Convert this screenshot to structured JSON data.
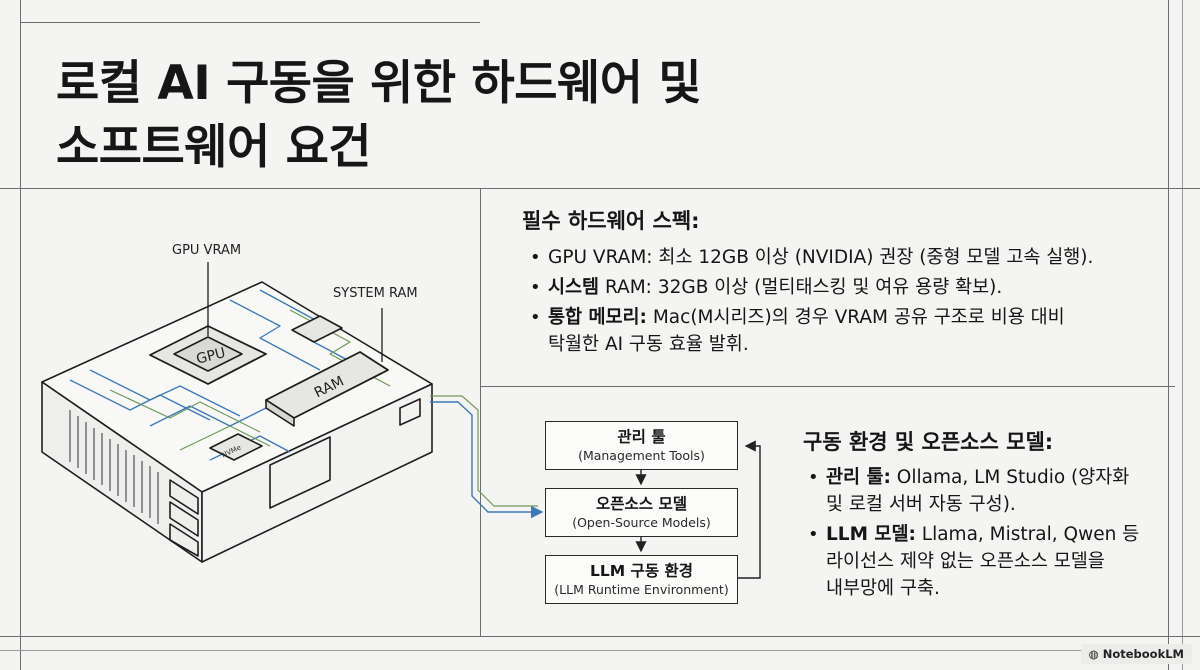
{
  "title": {
    "line1": "로컬 AI 구동을 위한 하드웨어 및",
    "line2": "소프트웨어 요건"
  },
  "illustration": {
    "gpu_vram_label": "GPU VRAM",
    "system_ram_label": "SYSTEM RAM",
    "gpu_chip_text": "GPU",
    "ram_chip_text": "RAM",
    "small_chip_text": "NVMe"
  },
  "hardware": {
    "heading": "필수 하드웨어 스펙:",
    "items": [
      {
        "label": "GPU VRAM:",
        "text": "최소 12GB 이상 (NVIDIA) 권장 (중형 모델 고속 실행).",
        "label_bold": false
      },
      {
        "label": "시스템",
        "label_rest": "RAM:",
        "text": "32GB 이상 (멀티태스킹 및 여유 용량 확보).",
        "label_bold": true
      },
      {
        "label": "통합 메모리:",
        "text": "Mac(M시리즈)의 경우 VRAM 공유 구조로 비용 대비",
        "text2": "탁월한 AI 구동 효율 발휘.",
        "label_bold": true
      }
    ]
  },
  "flow": {
    "boxes": [
      {
        "ko": "관리 툴",
        "en": "(Management Tools)"
      },
      {
        "ko": "오픈소스 모델",
        "en": "(Open-Source Models)"
      },
      {
        "ko": "LLM 구동 환경",
        "en": "(LLM Runtime Environment)"
      }
    ]
  },
  "software": {
    "heading": "구동 환경 및 오픈소스 모델:",
    "items": [
      {
        "label": "관리 툴:",
        "text": "Ollama, LM Studio (양자화",
        "text2": "및 로컬 서버 자동 구성)."
      },
      {
        "label": "LLM 모델:",
        "text": "Llama, Mistral, Qwen 등",
        "text2": "라이선스 제약 없는 오픈소스 모델을",
        "text3": "내부망에 구축."
      }
    ]
  },
  "brand": "NotebookLM",
  "colors": {
    "background": "#f4f4f2",
    "ink": "#161616",
    "trace_blue": "#3d78b8",
    "trace_green": "#6f9a5a"
  }
}
